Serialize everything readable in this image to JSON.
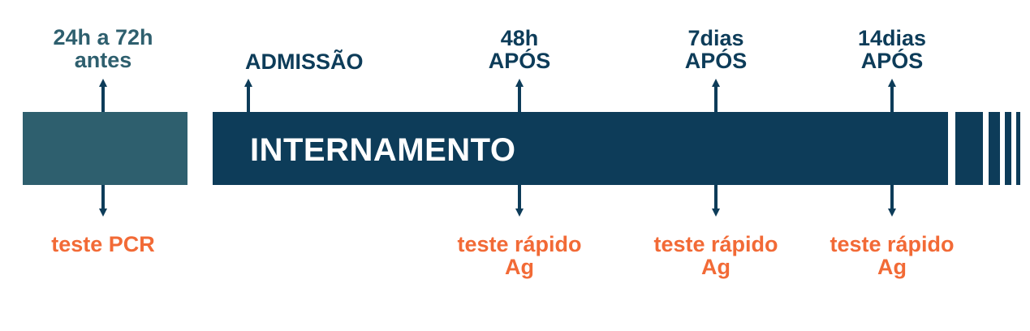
{
  "colors": {
    "pre_block": "#2e5f6e",
    "bar": "#0d3c59",
    "arrow": "#0d3c59",
    "test_text": "#f26a36"
  },
  "bar_label": "INTERNAMENTO",
  "milestones": [
    {
      "id": "pre",
      "top": [
        "24h a 72h",
        "antes"
      ],
      "bottom": [
        "teste PCR"
      ]
    },
    {
      "id": "admission",
      "top": [
        "ADMISSÃO"
      ],
      "bottom": []
    },
    {
      "id": "48h",
      "top": [
        "48h",
        "APÓS"
      ],
      "bottom": [
        "teste rápido",
        "Ag"
      ]
    },
    {
      "id": "7d",
      "top": [
        "7dias",
        "APÓS"
      ],
      "bottom": [
        "teste rápido",
        "Ag"
      ]
    },
    {
      "id": "14d",
      "top": [
        "14dias",
        "APÓS"
      ],
      "bottom": [
        "teste rápido",
        "Ag"
      ]
    }
  ]
}
